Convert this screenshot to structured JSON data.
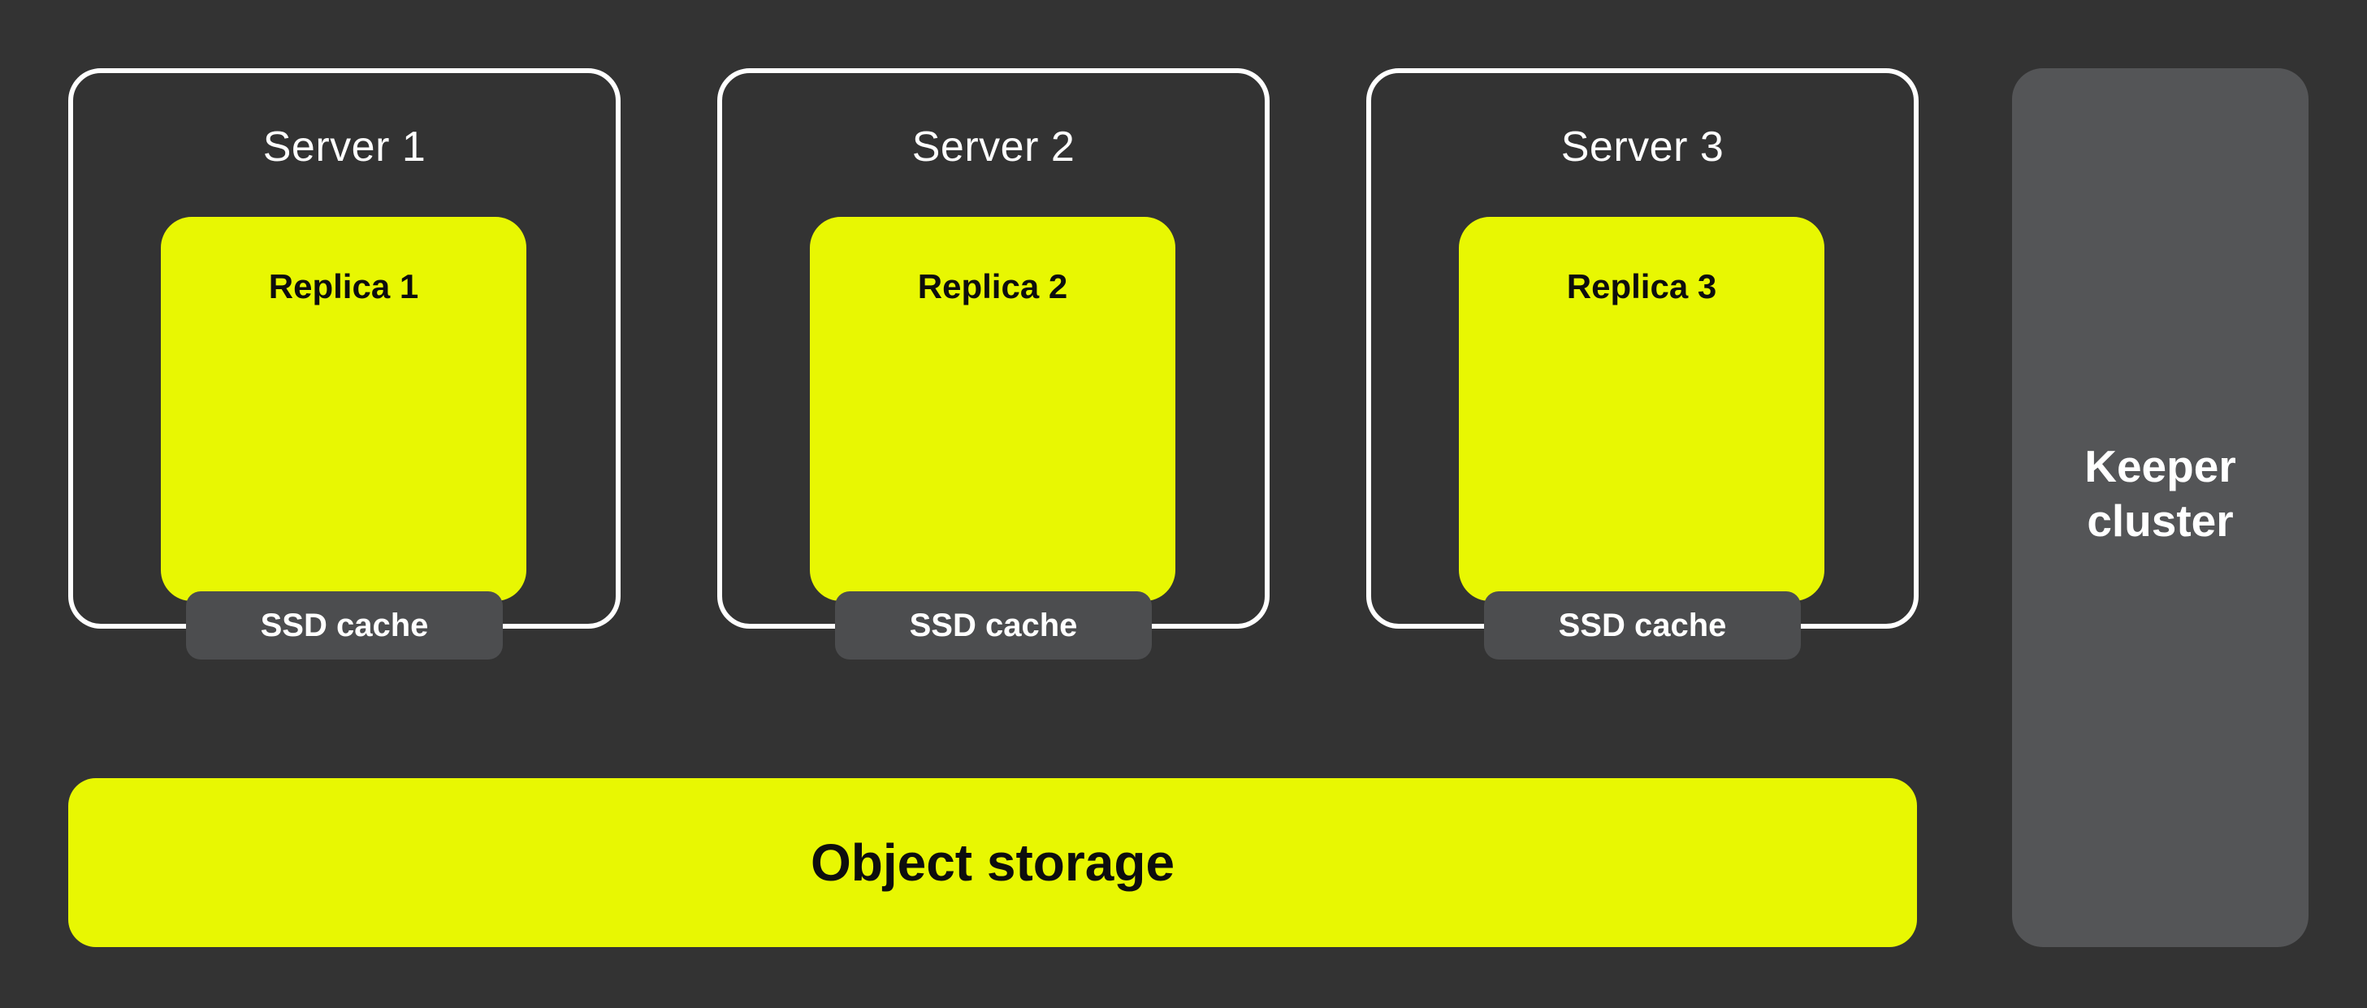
{
  "colors": {
    "background": "#333333",
    "accent_yellow": "#E8F702",
    "ssd_cache_gray": "#4C4D4F",
    "keeper_gray": "#545557",
    "server_border": "#FFFFFF",
    "label_on_dark": "#FFFFFF",
    "label_on_yellow": "#0D0D0D"
  },
  "servers": [
    {
      "title": "Server 1",
      "replica": "Replica 1",
      "cache": "SSD cache"
    },
    {
      "title": "Server 2",
      "replica": "Replica 2",
      "cache": "SSD cache"
    },
    {
      "title": "Server 3",
      "replica": "Replica 3",
      "cache": "SSD cache"
    }
  ],
  "object_storage": {
    "label": "Object storage"
  },
  "keeper_cluster": {
    "label": "Keeper cluster"
  }
}
